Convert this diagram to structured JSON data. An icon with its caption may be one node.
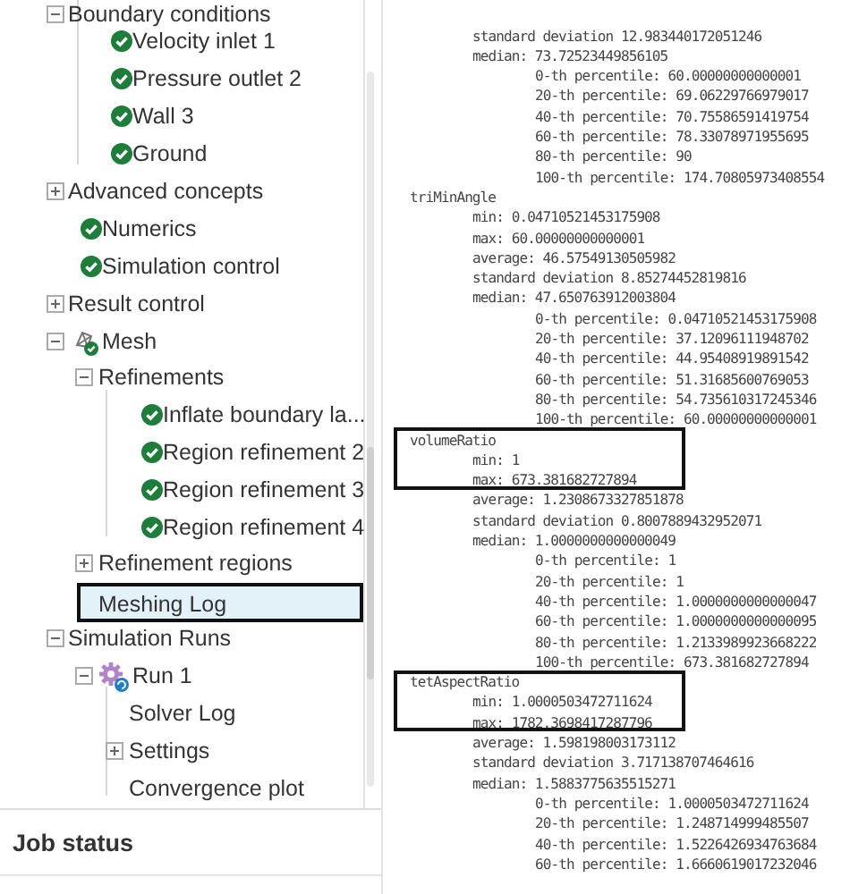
{
  "diagram": {
    "nodes": [
      {
        "text": [
          "Meshing Log"
        ]
      },
      {
        "text": [
          "volumeRatio",
          "min: 1",
          "max: 673.381682727894"
        ]
      },
      {
        "text": [
          "tetAspectRatio",
          "min: 1.0000503472711624",
          "max: 1782.3698417287796"
        ]
      }
    ],
    "labels": [
      "Boundary conditions",
      "Velocity inlet 1",
      "Pressure outlet 2",
      "Wall 3",
      "Ground",
      "Advanced concepts",
      "Numerics",
      "Simulation control",
      "Result control",
      "Mesh",
      "Refinements",
      "Inflate boundary la...",
      "Region refinement 2",
      "Region refinement 3",
      "Region refinement 4",
      "Refinement regions",
      "Simulation Runs",
      "Run 1",
      "Solver Log",
      "Settings",
      "Convergence plot",
      "Job status",
      "standard deviation 12.983440172051246",
      "median: 73.72523449856105",
      "0-th percentile: 60.00000000000001",
      "20-th percentile: 69.06229766979017",
      "40-th percentile: 70.75586591419754",
      "60-th percentile: 78.33078971955695",
      "80-th percentile: 90",
      "100-th percentile: 174.70805973408554",
      "triMinAngle",
      "min: 0.04710521453175908",
      "max: 60.00000000000001",
      "average: 46.57549130505982",
      "standard deviation 8.85274452819816",
      "median: 47.650763912003804",
      "0-th percentile: 0.04710521453175908",
      "20-th percentile: 37.12096111948702",
      "40-th percentile: 44.95408919891542",
      "60-th percentile: 51.31685600769053",
      "80-th percentile: 54.735610317245346",
      "100-th percentile: 60.00000000000001",
      "average: 1.2308673327851878",
      "standard deviation 0.8007889432952071",
      "median: 1.0000000000000049",
      "0-th percentile: 1",
      "20-th percentile: 1",
      "40-th percentile: 1.0000000000000047",
      "60-th percentile: 1.0000000000000095",
      "80-th percentile: 1.2133989923668222",
      "100-th percentile: 673.381682727894",
      "average: 1.598198003173112",
      "standard deviation 3.717138707464616",
      "median: 1.5883775635515271",
      "0-th percentile: 1.0000503472711624",
      "20-th percentile: 1.248714999485507",
      "40-th percentile: 1.5226426934763684",
      "60-th percentile: 1.6660619017232046"
    ]
  }
}
